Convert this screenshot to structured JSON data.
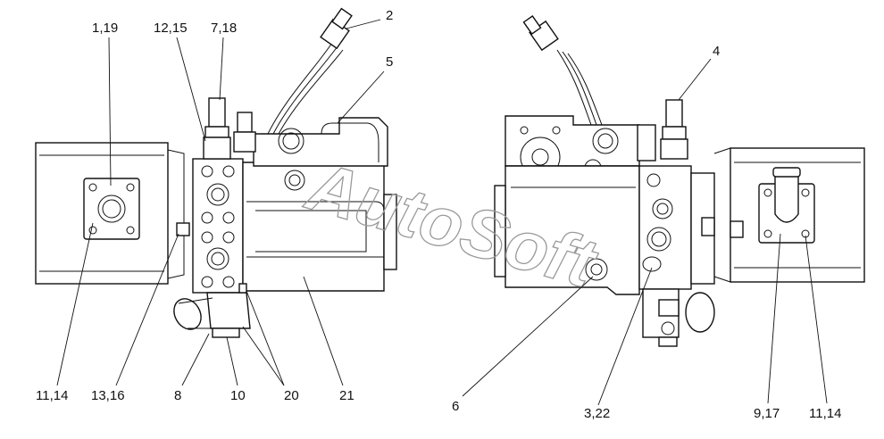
{
  "watermark": "AutoSoft",
  "callouts": {
    "c1_19": "1,19",
    "c12_15": "12,15",
    "c7_18": "7,18",
    "c2": "2",
    "c5": "5",
    "c4": "4",
    "c11_14_left": "11,14",
    "c13_16": "13,16",
    "c8": "8",
    "c10": "10",
    "c20": "20",
    "c21": "21",
    "c6": "6",
    "c3_22": "3,22",
    "c9_17": "9,17",
    "c11_14_right": "11,14"
  }
}
